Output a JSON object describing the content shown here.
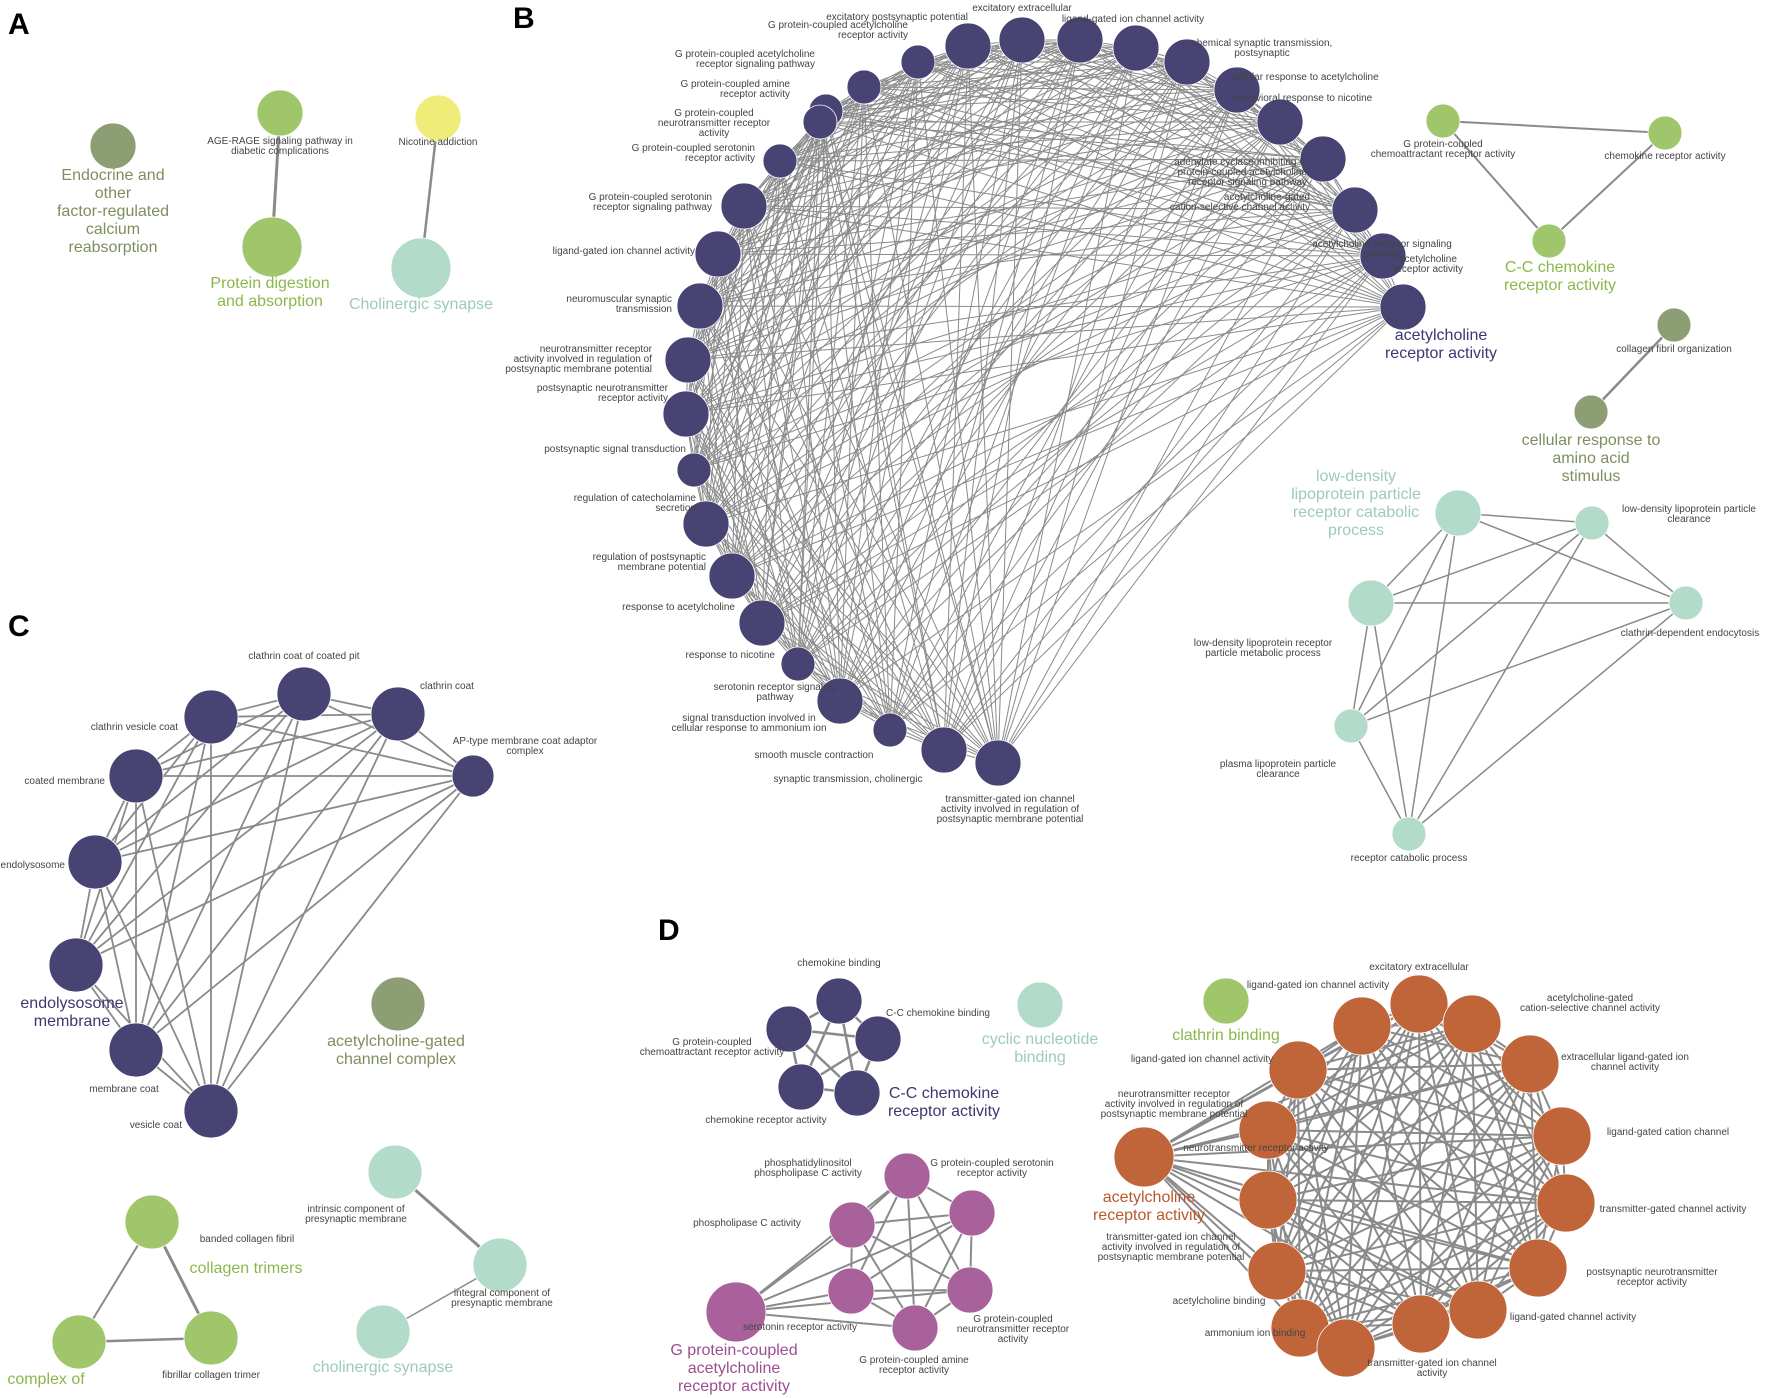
{
  "panels": {
    "a": "A",
    "b": "B",
    "c": "C",
    "d": "D"
  },
  "colors": {
    "navy": "#474373",
    "green": "#9fc66a",
    "olive": "#8e9e74",
    "yellow": "#f0ec7a",
    "mint": "#b3dbc9",
    "purple": "#a9619c",
    "orange": "#c0643a",
    "edge": "#8a8a8a"
  },
  "a": {
    "endocrine": [
      "Endocrine and",
      "other",
      "factor-regulated",
      "calcium",
      "reabsorption"
    ],
    "age_rage": [
      "AGE-RAGE signaling pathway in",
      "diabetic complications"
    ],
    "protein": [
      "Protein digestion",
      "and absorption"
    ],
    "nicotine": [
      "Nicotine addiction"
    ],
    "cholinergic": [
      "Cholinergic synapse"
    ]
  },
  "b": {
    "excitatory_postsynaptic": [
      "excitatory postsynaptic potential"
    ],
    "excitatory_extracellular": [
      "excitatory extracellular"
    ],
    "ligand_gated_top": [
      "ligand-gated ion channel activity"
    ],
    "chemical_synaptic": [
      "chemical synaptic transmission,",
      "postsynaptic"
    ],
    "cellular_response_ach": [
      "cellular response to acetylcholine"
    ],
    "behavioral_response": [
      "behavioral response to nicotine"
    ],
    "adenylate": [
      "adenylate cyclase-inhibiting G",
      "protein-coupled acetylcholine",
      "receptor signaling pathway"
    ],
    "ach_gated_cation": [
      "acetylcholine-gated",
      "cation-selective channel activity"
    ],
    "ach_receptor_signaling": [
      "acetylcholine receptor signaling",
      "pathway"
    ],
    "ach_receptor_activity": [
      "acetylcholine",
      "receptor activity"
    ],
    "gpc_ach_receptor": [
      "G protein-coupled acetylcholine",
      "receptor activity"
    ],
    "gpc_ach_signaling": [
      "G protein-coupled acetylcholine",
      "receptor signaling pathway"
    ],
    "gpc_amine": [
      "G protein-coupled amine",
      "receptor activity"
    ],
    "gpc_neurotransmitter": [
      "G protein-coupled",
      "neurotransmitter receptor",
      "activity"
    ],
    "gpc_serotonin": [
      "G protein-coupled serotonin",
      "receptor activity"
    ],
    "gpc_serotonin_signaling": [
      "G protein-coupled serotonin",
      "receptor signaling pathway"
    ],
    "ligand_gated_left": [
      "ligand-gated ion channel activity"
    ],
    "neuromuscular": [
      "neuromuscular synaptic",
      "transmission"
    ],
    "nt_receptor_regulation": [
      "neurotransmitter receptor",
      "activity involved in regulation of",
      "postsynaptic membrane potential"
    ],
    "postsynaptic_nt": [
      "postsynaptic neurotransmitter",
      "receptor activity"
    ],
    "postsynaptic_signal": [
      "postsynaptic signal transduction"
    ],
    "catecholamine": [
      "regulation of catecholamine",
      "secretion"
    ],
    "regulation_postsynaptic": [
      "regulation of postsynaptic",
      "membrane potential"
    ],
    "response_ach": [
      "response to acetylcholine"
    ],
    "response_nicotine": [
      "response to nicotine"
    ],
    "serotonin_signaling": [
      "serotonin receptor signaling",
      "pathway"
    ],
    "signal_ammonium": [
      "signal transduction involved in",
      "cellular response to ammonium  ion"
    ],
    "smooth_muscle": [
      "smooth muscle contraction"
    ],
    "synaptic_cholinergic": [
      "synaptic transmission, cholinergic"
    ],
    "transmitter_gated": [
      "transmitter-gated ion channel",
      "activity involved in regulation of",
      "postsynaptic membrane potential"
    ],
    "gpc_chemoattractant": [
      "G protein-coupled",
      "chemoattractant receptor activity"
    ],
    "chemokine_receptor": [
      "chemokine receptor activity"
    ],
    "cc_chemokine": [
      "C-C chemokine",
      "receptor activity"
    ],
    "collagen_fibril": [
      "collagen fibril organization"
    ],
    "amino_acid": [
      "cellular response to",
      "amino acid",
      "stimulus"
    ],
    "ldl_catabolic": [
      "low-density",
      "lipoprotein particle",
      "receptor catabolic",
      "process"
    ],
    "ldl_clearance": [
      "low-density lipoprotein particle",
      "clearance"
    ],
    "ldl_metabolic": [
      "low-density lipoprotein receptor",
      "particle metabolic process"
    ],
    "clathrin_endocytosis": [
      "clathrin-dependent endocytosis"
    ],
    "plasma_lipoprotein": [
      "plasma lipoprotein particle",
      "clearance"
    ],
    "receptor_catabolic": [
      "receptor catabolic process"
    ]
  },
  "c": {
    "clathrin_coated_pit": [
      "clathrin coat of coated pit"
    ],
    "clathrin_coat": [
      "clathrin coat"
    ],
    "clathrin_vesicle": [
      "clathrin vesicle coat"
    ],
    "ap_type": [
      "AP-type membrane coat adaptor",
      "complex"
    ],
    "coated_membrane": [
      "coated membrane"
    ],
    "endolysosome": [
      "endolysosome"
    ],
    "endolysosome_membrane": [
      "endolysosome",
      "membrane"
    ],
    "membrane_coat": [
      "membrane coat"
    ],
    "vesicle_coat": [
      "vesicle coat"
    ],
    "ach_gated_complex": [
      "acetylcholine-gated",
      "channel complex"
    ],
    "banded_collagen": [
      "banded collagen fibril"
    ],
    "collagen_trimers": [
      "collagen trimers"
    ],
    "complex_of": [
      "complex of"
    ],
    "fibrillar_collagen": [
      "fibrillar collagen trimer"
    ],
    "intrinsic_presynaptic": [
      "intrinsic component of",
      "presynaptic membrane"
    ],
    "integral_presynaptic": [
      "integral component of",
      "presynaptic membrane"
    ],
    "cholinergic_synapse": [
      "cholinergic synapse"
    ]
  },
  "d": {
    "chemokine_binding": [
      "chemokine binding"
    ],
    "cc_chemokine_binding": [
      "C-C chemokine binding"
    ],
    "gpc_chemoattractant": [
      "G protein-coupled",
      "chemoattractant receptor activity"
    ],
    "chemokine_receptor": [
      "chemokine receptor activity"
    ],
    "cc_chemokine": [
      "C-C chemokine",
      "receptor activity"
    ],
    "cyclic_nucleotide": [
      "cyclic nucleotide",
      "binding"
    ],
    "clathrin_binding": [
      "clathrin binding"
    ],
    "phosphatidylinositol": [
      "phosphatidylinositol",
      "phospholipase C activity"
    ],
    "gpc_serotonin": [
      "G protein-coupled serotonin",
      "receptor activity"
    ],
    "phospholipase": [
      "phospholipase C activity"
    ],
    "serotonin_receptor": [
      "serotonin receptor activity"
    ],
    "gpc_neurotransmitter": [
      "G protein-coupled",
      "neurotransmitter receptor",
      "activity"
    ],
    "gpc_amine": [
      "G protein-coupled amine",
      "receptor activity"
    ],
    "gpc_ach": [
      "G protein-coupled",
      "acetylcholine",
      "receptor activity"
    ],
    "excitatory_extracellular": [
      "excitatory extracellular"
    ],
    "ligand_gated_ion_top": [
      "ligand-gated ion channel activity"
    ],
    "ach_gated_cation": [
      "acetylcholine-gated",
      "cation-selective channel activity"
    ],
    "ligand_gated_ion_left": [
      "ligand-gated ion channel activity"
    ],
    "extracellular_ligand": [
      "extracellular ligand-gated ion",
      "channel activity"
    ],
    "nt_receptor_regulation": [
      "neurotransmitter receptor",
      "activity involved in regulation of",
      "postsynaptic membrane potential"
    ],
    "ligand_gated_cation": [
      "ligand-gated cation channel"
    ],
    "nt_receptor_activity": [
      "neurotransmitter receptor activity"
    ],
    "ach_receptor": [
      "acetylcholine",
      "receptor activity"
    ],
    "transmitter_gated_channel": [
      "transmitter-gated channel activity"
    ],
    "transmitter_gated_regulation": [
      "transmitter-gated ion channel",
      "activity involved in regulation of",
      "postsynaptic membrane potential"
    ],
    "postsynaptic_nt": [
      "postsynaptic neurotransmitter",
      "receptor activity"
    ],
    "ach_binding": [
      "acetylcholine binding"
    ],
    "ligand_gated_channel": [
      "ligand-gated channel activity"
    ],
    "ammonium": [
      "ammonium ion binding"
    ],
    "transmitter_gated_ion": [
      "transmitter-gated ion channel",
      "activity"
    ]
  }
}
